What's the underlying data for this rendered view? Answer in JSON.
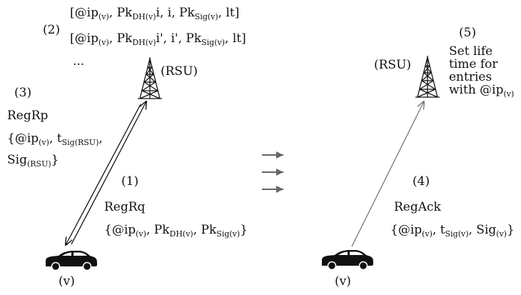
{
  "left": {
    "step2": {
      "number": "(2)",
      "entry1": {
        "open": "[@ip",
        "sub1": "(v)",
        "mid1": ", Pk",
        "sub2": "DH(v)",
        "mid2": "i, i, Pk",
        "sub3": "Sig(v)",
        "end": ", lt]"
      },
      "entry2": {
        "open": "[@ip",
        "sub1": "(v)",
        "mid1": ", Pk",
        "sub2": "DH(v)",
        "mid2": "i', i', Pk",
        "sub3": "Sig(v)",
        "end": ", lt]"
      },
      "ellipsis": "..."
    },
    "rsu_label": "(RSU)",
    "step3": {
      "number": "(3)",
      "name": "RegRp",
      "line1": {
        "open": "{@ip",
        "sub1": "(v)",
        "mid1": ", t",
        "sub2": "Sig(RSU)",
        "end": ","
      },
      "line2": {
        "open": "Sig",
        "sub1": "(RSU)",
        "end": "}"
      }
    },
    "step1": {
      "number": "(1)",
      "name": "RegRq",
      "line": {
        "open": "{@ip",
        "sub1": "(v)",
        "mid1": ", Pk",
        "sub2": "DH(v)",
        "mid2": ", Pk",
        "sub3": "Sig(v)",
        "end": "}"
      }
    },
    "vehicle_label": "(v)"
  },
  "right": {
    "step5": {
      "number": "(5)",
      "lines": [
        "Set life",
        "time for",
        "entries"
      ],
      "last": {
        "open": "with @ip",
        "sub1": "(v)"
      }
    },
    "rsu_label": "(RSU)",
    "step4": {
      "number": "(4)",
      "name": "RegAck",
      "line": {
        "open": "{@ip",
        "sub1": "(v)",
        "mid1": ", t",
        "sub2": "Sig(v)",
        "mid2": ", Sig",
        "sub3": "(v)",
        "end": "}"
      }
    },
    "vehicle_label": "(v)"
  },
  "colors": {
    "ink": "#111111",
    "arrow_gray": "#777777"
  }
}
